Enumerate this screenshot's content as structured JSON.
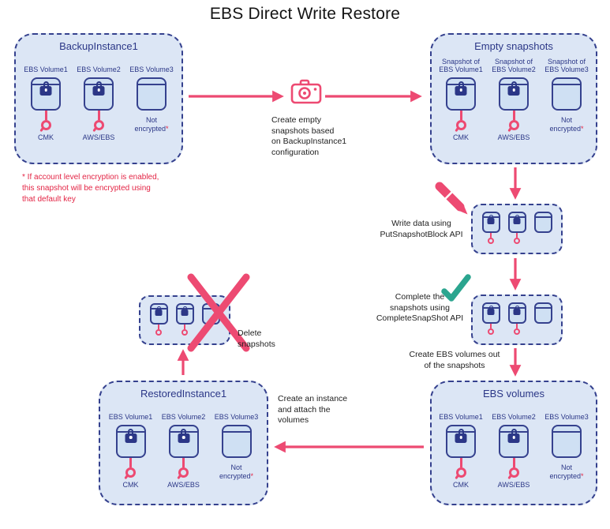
{
  "title": "EBS Direct Write Restore",
  "colors": {
    "navy": "#2b3787",
    "panel_border": "#35418e",
    "panel_background": "#dce6f5",
    "pink_accent": "#ed4a72",
    "red_note": "#e32545",
    "teal_check": "#2ba58f"
  },
  "panels": {
    "backup": {
      "title": "BackupInstance1",
      "volumes": [
        {
          "label": "EBS Volume1",
          "key": "CMK"
        },
        {
          "label": "EBS Volume2",
          "key": "AWS/EBS"
        },
        {
          "label": "EBS Volume3",
          "status": "Not encrypted",
          "mark": "*"
        }
      ]
    },
    "snapshots": {
      "title": "Empty snapshots",
      "volumes": [
        {
          "label": "Snapshot of EBS Volume1",
          "key": "CMK"
        },
        {
          "label": "Snapshot of EBS Volume2",
          "key": "AWS/EBS"
        },
        {
          "label": "Snapshot of EBS Volume3",
          "status": "Not encrypted",
          "mark": "*"
        }
      ]
    },
    "ebs_volumes": {
      "title": "EBS volumes",
      "volumes": [
        {
          "label": "EBS Volume1",
          "key": "CMK"
        },
        {
          "label": "EBS Volume2",
          "key": "AWS/EBS"
        },
        {
          "label": "EBS Volume3",
          "status": "Not encrypted",
          "mark": "*"
        }
      ]
    },
    "restored": {
      "title": "RestoredInstance1",
      "volumes": [
        {
          "label": "EBS Volume1",
          "key": "CMK"
        },
        {
          "label": "EBS Volume2",
          "key": "AWS/EBS"
        },
        {
          "label": "EBS Volume3",
          "status": "Not encrypted",
          "mark": "*"
        }
      ]
    }
  },
  "annotations": {
    "footnote": {
      "lines": [
        "* If account level encryption is enabled,",
        "this snapshot will be encrypted using",
        "that default key"
      ]
    },
    "create_snapshots": {
      "lines": [
        "Create empty",
        "snapshots based",
        "on BackupInstance1",
        "configuration"
      ]
    },
    "write_data": {
      "lines": [
        "Write data using",
        "PutSnapshotBlock API"
      ]
    },
    "complete_snapshots": {
      "lines": [
        "Complete the",
        "snapshots using",
        "CompleteSnapShot API"
      ]
    },
    "create_volumes": {
      "lines": [
        "Create EBS volumes out",
        "of the snapshots"
      ]
    },
    "create_instance": {
      "lines": [
        "Create an instance",
        "and attach the",
        "volumes"
      ]
    },
    "delete_snapshots": {
      "lines": [
        "Delete",
        "snapshots"
      ]
    }
  },
  "icons": [
    "camera-icon",
    "pencil-icon",
    "check-icon",
    "delete-x-icon",
    "lock-icon",
    "key-icon",
    "ebs-volume-icon"
  ]
}
